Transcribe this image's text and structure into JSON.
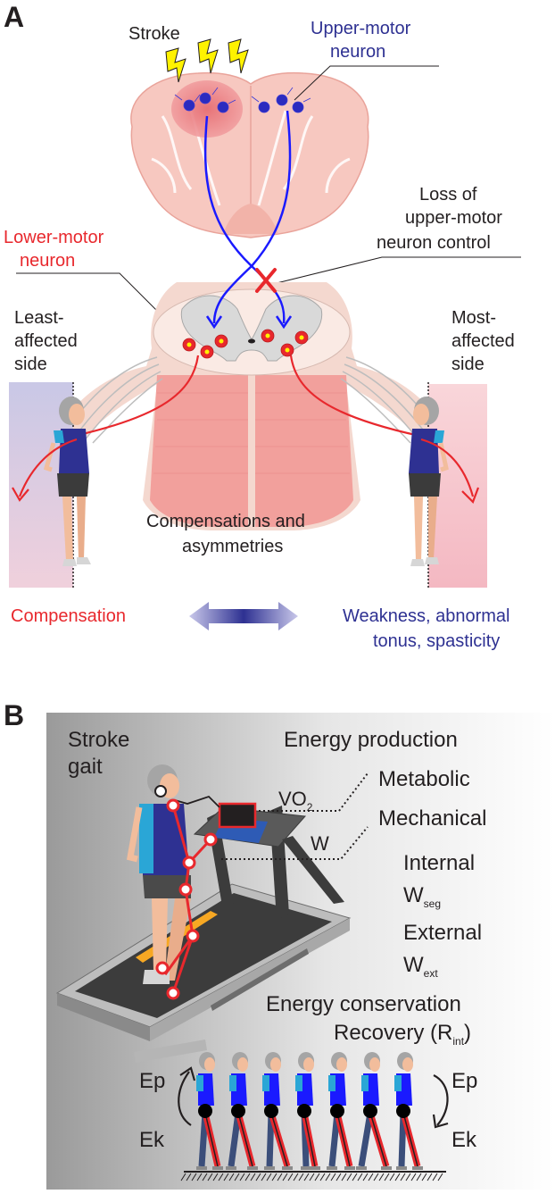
{
  "panel_a": {
    "panel_letter": "A",
    "stroke_label": "Stroke",
    "upper_motor_neuron_label": [
      "Upper-motor",
      "neuron"
    ],
    "loss_label": [
      "Loss of",
      "upper-motor",
      "neuron control"
    ],
    "lower_motor_neuron_label": [
      "Lower-motor",
      "neuron"
    ],
    "least_affected_label": [
      "Least-",
      "affected",
      "side"
    ],
    "most_affected_label": [
      "Most-",
      "affected",
      "side"
    ],
    "compensations_label": [
      "Compensations and",
      "asymmetries"
    ],
    "compensation_label": "Compensation",
    "weakness_label": [
      "Weakness, abnormal",
      "tonus, spasticity"
    ]
  },
  "panel_b": {
    "panel_letter": "B",
    "stroke_gait_label": [
      "Stroke",
      "gait"
    ],
    "energy_production_label": "Energy production",
    "vo2_label": "VO",
    "vo2_sub": "2",
    "metabolic_label": "Metabolic",
    "w_label": "W",
    "mechanical_label": "Mechanical",
    "internal_label": "Internal",
    "wseg_label": "W",
    "wseg_sub": "seg",
    "external_label": "External",
    "wext_label": "W",
    "wext_sub": "ext",
    "energy_conservation_label": "Energy conservation",
    "recovery_label": "Recovery (R",
    "recovery_sub": "int",
    "recovery_close": ")",
    "ep_left": "Ep",
    "ek_left": "Ek",
    "ep_right": "Ep",
    "ek_right": "Ek"
  },
  "colors": {
    "text": "#231f20",
    "red": "#e8282d",
    "blue_text": "#2e3192",
    "neuron_blue": "#1a1aff",
    "brain_pink": "#f7c8c0",
    "lesion": "#e8777c"
  }
}
